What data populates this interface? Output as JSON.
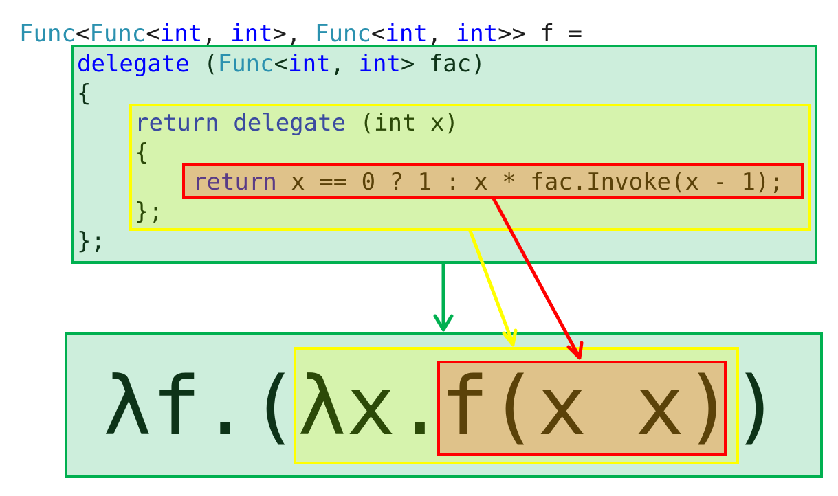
{
  "code": {
    "line1": {
      "t1": "Func",
      "p1": "<",
      "t2": "Func",
      "p2": "<",
      "k1": "int",
      "p3": ", ",
      "k2": "int",
      "p4": ">, ",
      "t3": "Func",
      "p5": "<",
      "k3": "int",
      "p6": ", ",
      "k4": "int",
      "p7": ">> f ="
    },
    "line2": {
      "k1": "delegate",
      "p1": " (",
      "t1": "Func",
      "p2": "<",
      "k2": "int",
      "p3": ", ",
      "k3": "int",
      "p4": "> fac)"
    },
    "line3": "{",
    "line4": {
      "kw": "return delegate",
      "rest": " (int x)"
    },
    "line5": "{",
    "line6": {
      "kw": "return",
      "rest": " x == 0 ? 1 : x * fac.Invoke(x - 1);"
    },
    "line7": "};",
    "line8": "};"
  },
  "lambda": {
    "outer": "λf.(",
    "mid": "λx.",
    "inner": "f(x x)",
    "close": ")"
  },
  "colors": {
    "outer_fill": "#cdeedc",
    "outer_border": "#00b050",
    "mid_fill": "#d6f3ad",
    "mid_border": "#ffff00",
    "inner_fill": "#dfc28a",
    "inner_border": "#ff0000"
  }
}
